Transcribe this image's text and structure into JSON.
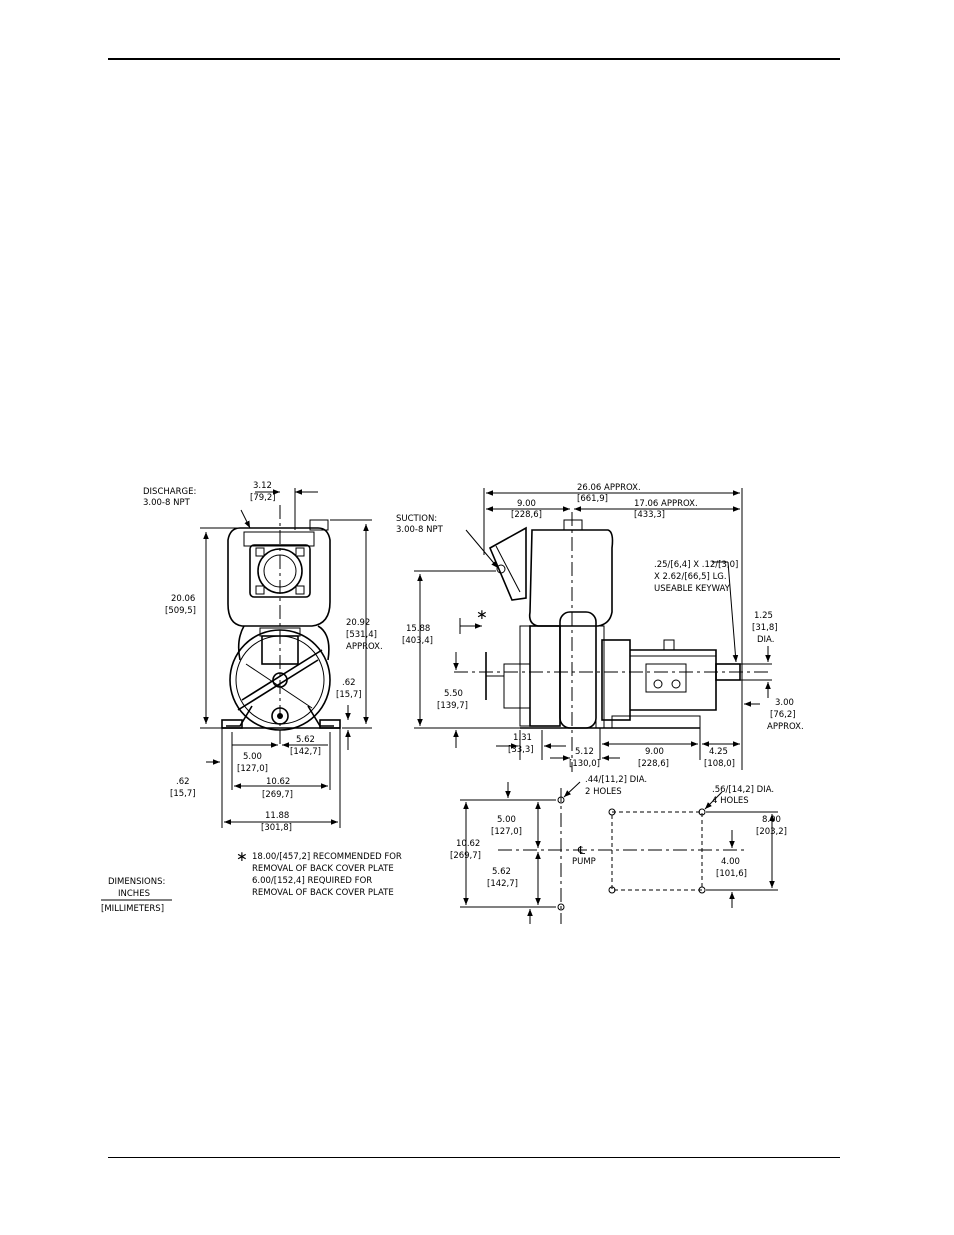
{
  "front_view": {
    "discharge": [
      "DISCHARGE:",
      "3.00-8 NPT"
    ],
    "dim_top": [
      "3.12",
      "[79,2]"
    ],
    "dim_height": [
      "20.06",
      "[509,5]"
    ],
    "dim_overall": [
      "20.92",
      "[531,4]",
      "APPROX."
    ],
    "dim_foot_right": [
      ".62",
      "[15,7]"
    ],
    "dim_5_62": [
      "5.62",
      "[142,7]"
    ],
    "dim_5_00": [
      "5.00",
      "[127,0]"
    ],
    "dim_10_62": [
      "10.62",
      "[269,7]"
    ],
    "dim_foot_left": [
      ".62",
      "[15,7]"
    ],
    "dim_11_88": [
      "11.88",
      "[301,8]"
    ]
  },
  "side_view": {
    "suction": [
      "SUCTION:",
      "3.00-8 NPT"
    ],
    "dim_overall": [
      "26.06 APPROX.",
      "[661,9]"
    ],
    "dim_9_00_top": [
      "9.00",
      "[228,6]"
    ],
    "dim_17_06": [
      "17.06 APPROX.",
      "[433,3]"
    ],
    "keyway": [
      ".25/[6,4] X .12/[3,0]",
      "X 2.62/[66,5] LG.",
      "USEABLE KEYWAY"
    ],
    "asterisk": "∗",
    "dim_15_88": [
      "15.88",
      "[403,4]"
    ],
    "dim_1_25": [
      "1.25",
      "[31,8]",
      "DIA."
    ],
    "dim_5_50": [
      "5.50",
      "[139,7]"
    ],
    "dim_3_00": [
      "3.00",
      "[76,2]",
      "APPROX."
    ],
    "dim_1_31": [
      "1.31",
      "[33,3]"
    ],
    "dim_5_12": [
      "5.12",
      "[130,0]"
    ],
    "dim_9_00_bottom": [
      "9.00",
      "[228,6]"
    ],
    "dim_4_25": [
      "4.25",
      "[108,0]"
    ]
  },
  "base_plan": {
    "hole_small": [
      ".44/[11,2] DIA.",
      "2 HOLES"
    ],
    "hole_large": [
      ".56/[14,2] DIA.",
      "4 HOLES"
    ],
    "dim_5_00": [
      "5.00",
      "[127,0]"
    ],
    "dim_10_62": [
      "10.62",
      "[269,7]"
    ],
    "dim_5_62": [
      "5.62",
      "[142,7]"
    ],
    "centerline": [
      "℄",
      "PUMP"
    ],
    "dim_8_00": [
      "8.00",
      "[203,2]"
    ],
    "dim_4_00": [
      "4.00",
      "[101,6]"
    ]
  },
  "note": {
    "symbol": "∗",
    "lines": [
      "18.00/[457,2] RECOMMENDED FOR",
      "REMOVAL OF BACK COVER PLATE",
      "6.00/[152,4] REQUIRED FOR",
      "REMOVAL OF BACK COVER PLATE"
    ]
  },
  "legend": {
    "title": "DIMENSIONS:",
    "inches": "INCHES",
    "millimeters": "[MILLIMETERS]"
  }
}
